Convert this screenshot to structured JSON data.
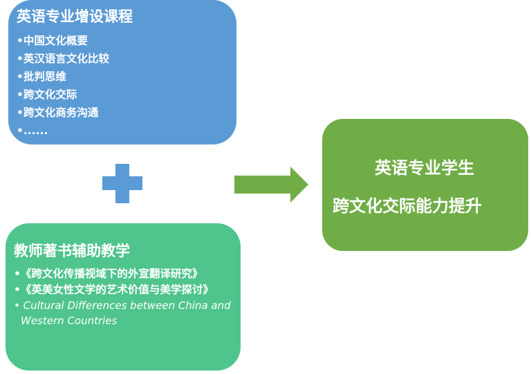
{
  "courses": {
    "title": "英语专业增设课程",
    "items": [
      "•中国文化概要",
      "•英汉语言文化比较",
      "•批判思维",
      "•跨文化交际",
      "•跨文化商务沟通",
      "•......"
    ]
  },
  "books": {
    "title": "教师著书辅助教学",
    "items": [
      "•《跨文化传播视域下的外宣翻译研究》",
      "•《英美女性文学的艺术价值与美学探讨》",
      "• Cultural Differences between China and Western Countries"
    ]
  },
  "result": {
    "line1": "英语专业学生",
    "line2": "跨文化交际能力提升"
  },
  "colors": {
    "blue": "#5b9bd5",
    "teal": "#4fc48c",
    "green": "#70ad47"
  }
}
